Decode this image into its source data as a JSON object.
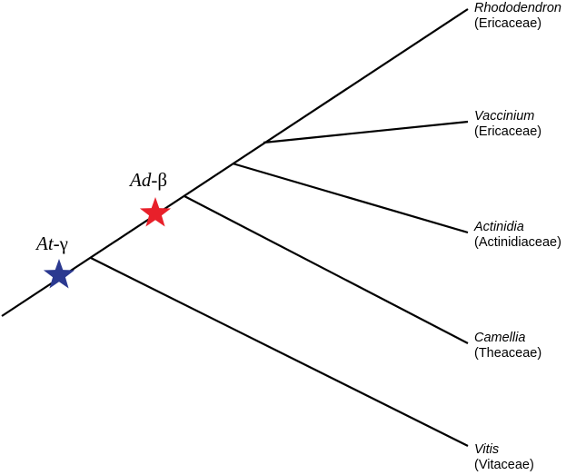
{
  "taxa": [
    {
      "genus": "Rhododendron",
      "family": "(Ericaceae)"
    },
    {
      "genus": "Vaccinium",
      "family": "(Ericaceae)"
    },
    {
      "genus": "Actinidia",
      "family": "(Actinidiaceae)"
    },
    {
      "genus": "Camellia",
      "family": "(Theaceae)"
    },
    {
      "genus": "Vitis",
      "family": "(Vitaceae)"
    }
  ],
  "events": [
    {
      "symbol": "Ad",
      "suffix": "-β",
      "color": "#e8202a"
    },
    {
      "symbol": "At",
      "suffix": "-γ",
      "color": "#2b3990"
    }
  ]
}
